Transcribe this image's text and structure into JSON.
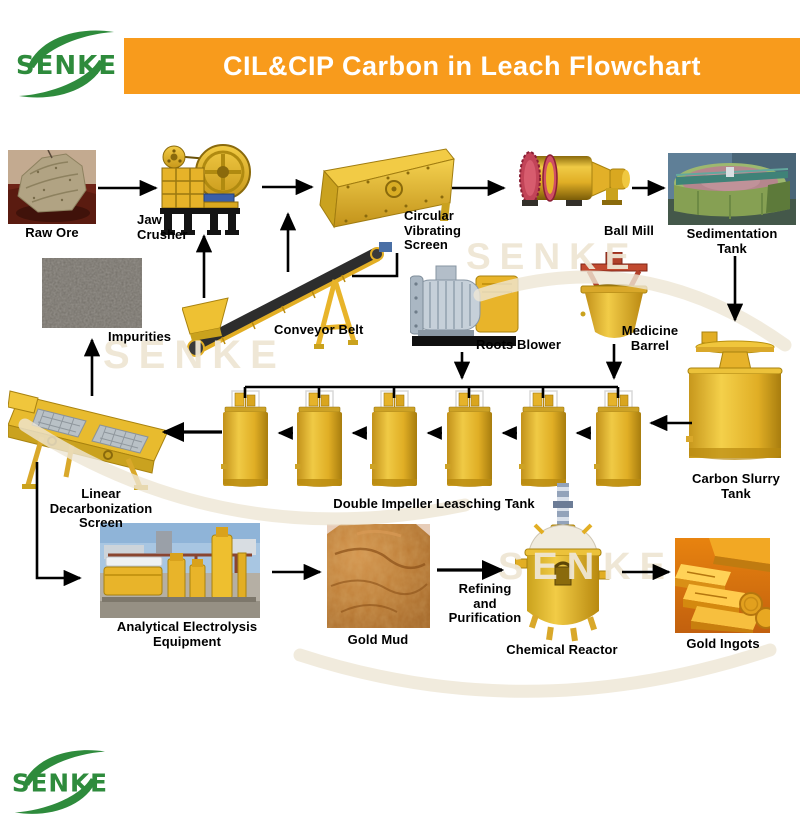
{
  "header": {
    "logo_text": "SENKE",
    "title": "CIL&CIP Carbon in Leach Flowchart"
  },
  "footer": {
    "logo_text": "SENKE"
  },
  "watermark": {
    "text": "SENKE"
  },
  "colors": {
    "banner_orange": "#F89B1C",
    "logo_green": "#2E8B3C",
    "equipment_yellow": "#E8B42A",
    "arrow_black": "#000000"
  },
  "nodes": {
    "raw_ore": {
      "label": "Raw Ore"
    },
    "jaw_crusher": {
      "label": "Jaw Crusher"
    },
    "circular_vibrating_screen": {
      "label": "Circular Vibrating Screen"
    },
    "ball_mill": {
      "label": "Ball Mill"
    },
    "sedimentation_tank": {
      "label": "Sedimentation Tank"
    },
    "impurities": {
      "label": "Impurities"
    },
    "conveyor_belt": {
      "label": "Conveyor Belt"
    },
    "roots_blower": {
      "label": "Roots Blower"
    },
    "medicine_barrel": {
      "label": "Medicine Barrel"
    },
    "carbon_slurry_tank": {
      "label": "Carbon Slurry Tank"
    },
    "linear_decarbonization_screen": {
      "label": "Linear Decarbonization Screen"
    },
    "double_impeller_leaching_tank": {
      "label": "Double Impeller Leasching Tank"
    },
    "analytical_electrolysis_equipment": {
      "label": "Analytical Electrolysis Equipment"
    },
    "gold_mud": {
      "label": "Gold Mud"
    },
    "refining_and_purification": {
      "label": "Refining and Purification"
    },
    "chemical_reactor": {
      "label": "Chemical Reactor"
    },
    "gold_ingots": {
      "label": "Gold Ingots"
    }
  }
}
